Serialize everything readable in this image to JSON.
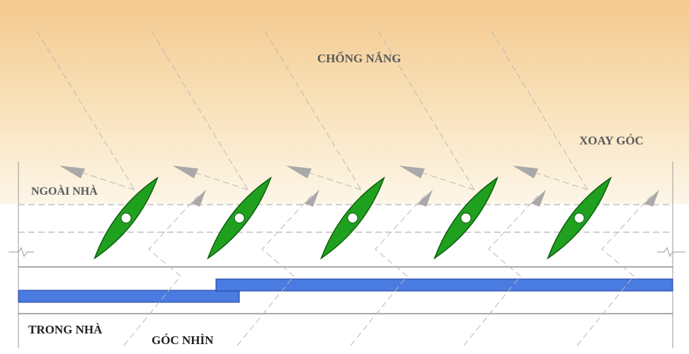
{
  "labels": {
    "sun_shading": "CHỐNG NẮNG",
    "rotate_angle": "XOAY GÓC",
    "outside": "NGOÀI NHÀ",
    "inside": "TRONG NHÀ",
    "view_angle": "GÓC NHÌN"
  },
  "colors": {
    "sky_top": "#f4c98e",
    "sky_bottom": "#fdf6e8",
    "louver_fill": "#1fa01f",
    "louver_edge": "#0b5e0b",
    "pivot": "#ffffff",
    "frame_bar": "#4a7be0",
    "ray_line": "#b8b8b8",
    "arrow_head": "#a9a9a9",
    "text": "#5a5a5a",
    "text_dark": "#222222"
  },
  "louvers": {
    "count": 5
  }
}
